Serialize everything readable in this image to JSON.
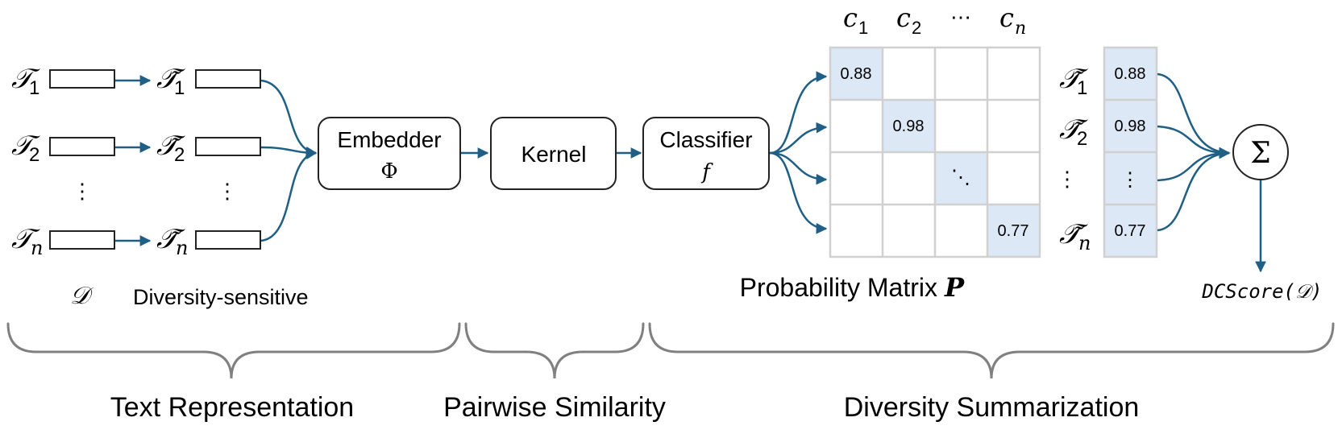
{
  "colors": {
    "arrow": "#1f5f85",
    "box_stroke": "#222222",
    "cell_fill": "#dce8f5",
    "grid_stroke": "#d0d0d0",
    "brace": "#808080"
  },
  "inputs": {
    "original": [
      {
        "symbol": "𝒯",
        "sub": "1"
      },
      {
        "symbol": "𝒯",
        "sub": "2"
      },
      {
        "symbol": "𝒯",
        "sub": "n"
      }
    ],
    "transformed": [
      {
        "symbol": "𝒯̃",
        "sub": "1"
      },
      {
        "symbol": "𝒯̃",
        "sub": "2"
      },
      {
        "symbol": "𝒯̃",
        "sub": "n"
      }
    ],
    "vdots": "⋮",
    "dataset_label": "𝒟",
    "transform_label": "Diversity-sensitive"
  },
  "embedder": {
    "title": "Embedder",
    "symbol": "Φ"
  },
  "kernel": {
    "title": "Kernel"
  },
  "classifier": {
    "title": "Classifier",
    "symbol": "f"
  },
  "matrix": {
    "col_headers": [
      {
        "symbol": "c",
        "sub": "1"
      },
      {
        "symbol": "c",
        "sub": "2"
      },
      {
        "symbol": "⋯",
        "sub": ""
      },
      {
        "symbol": "c",
        "sub": "n"
      }
    ],
    "diagonal": [
      "0.88",
      "0.98",
      "⋱",
      "0.77"
    ],
    "caption": "Probability Matrix",
    "caption_symbol": "P"
  },
  "summary": {
    "row_labels": [
      {
        "symbol": "𝒯̃",
        "sub": "1"
      },
      {
        "symbol": "𝒯̃",
        "sub": "2"
      },
      {
        "symbol": "⋮",
        "sub": ""
      },
      {
        "symbol": "𝒯̃",
        "sub": "n"
      }
    ],
    "values": [
      "0.88",
      "0.98",
      "⋮",
      "0.77"
    ],
    "sum_symbol": "Σ",
    "output_label": "DCScore(𝒟)"
  },
  "stages": [
    "Text Representation",
    "Pairwise Similarity",
    "Diversity Summarization"
  ]
}
